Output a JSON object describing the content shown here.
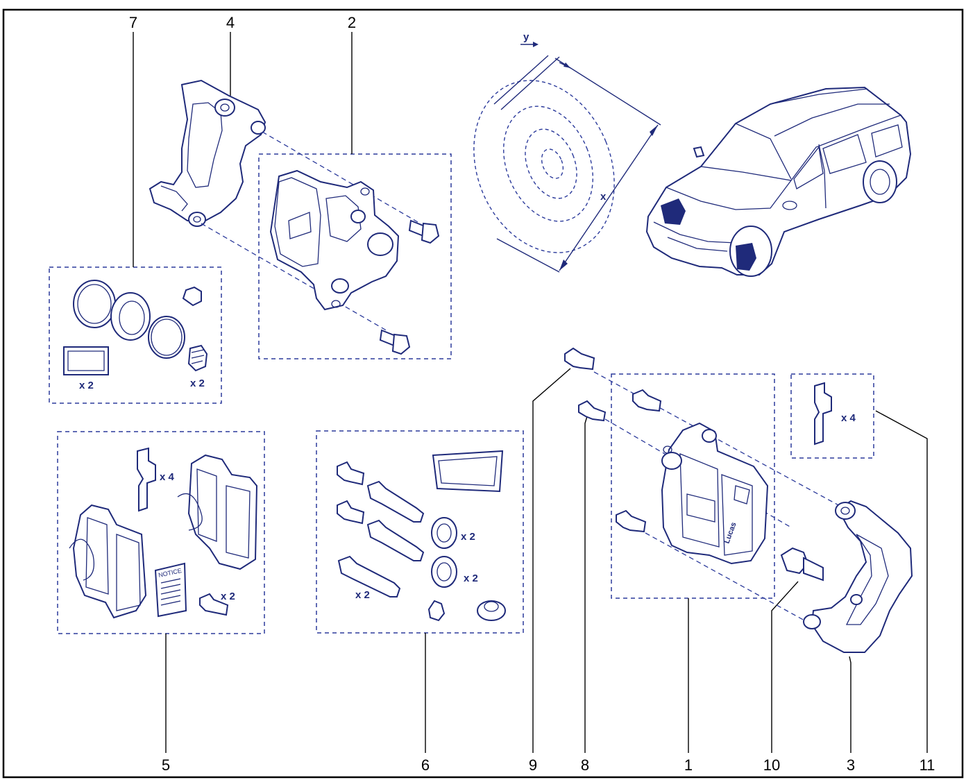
{
  "callouts": {
    "c1": "1",
    "c2": "2",
    "c3": "3",
    "c4": "4",
    "c5": "5",
    "c6": "6",
    "c7": "7",
    "c8": "8",
    "c9": "9",
    "c10": "10",
    "c11": "11"
  },
  "quantities": {
    "seals_pouch": "x 2",
    "seals_boot": "x 2",
    "pads_clip": "x 4",
    "pads_screw": "x 2",
    "pins_boot_a": "x 2",
    "pins_boot_b": "x 2",
    "pins_pin": "x 2",
    "spring_clip": "x 4"
  },
  "labels": {
    "notice": "NOTICE",
    "lucas": "Lucas",
    "dim_x": "x",
    "dim_y": "y"
  },
  "colors": {
    "line": "#1f2a7a",
    "dash": "#2b3a9b",
    "text": "#000000"
  }
}
